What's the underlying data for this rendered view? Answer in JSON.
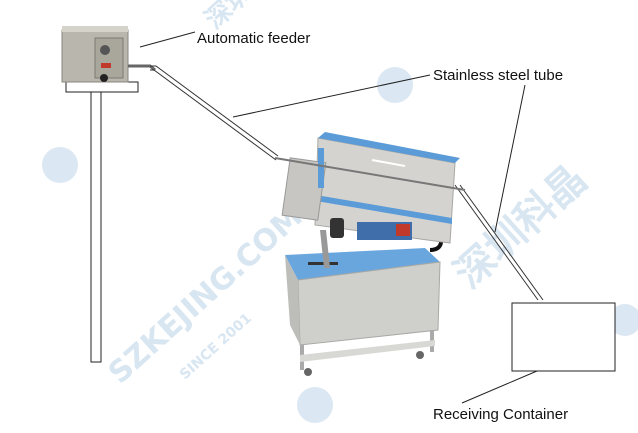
{
  "labels": {
    "feeder": "Automatic feeder",
    "tube": "Stainless steel tube",
    "container": "Receiving Container"
  },
  "watermark": {
    "site": "SZKEJING.COM",
    "since": "SINCE 2001",
    "brand": "深圳科晶"
  },
  "colors": {
    "accent_blue": "#5b9bd8",
    "steel": "#c9c9c6",
    "watermark": "#cfe0ef"
  }
}
